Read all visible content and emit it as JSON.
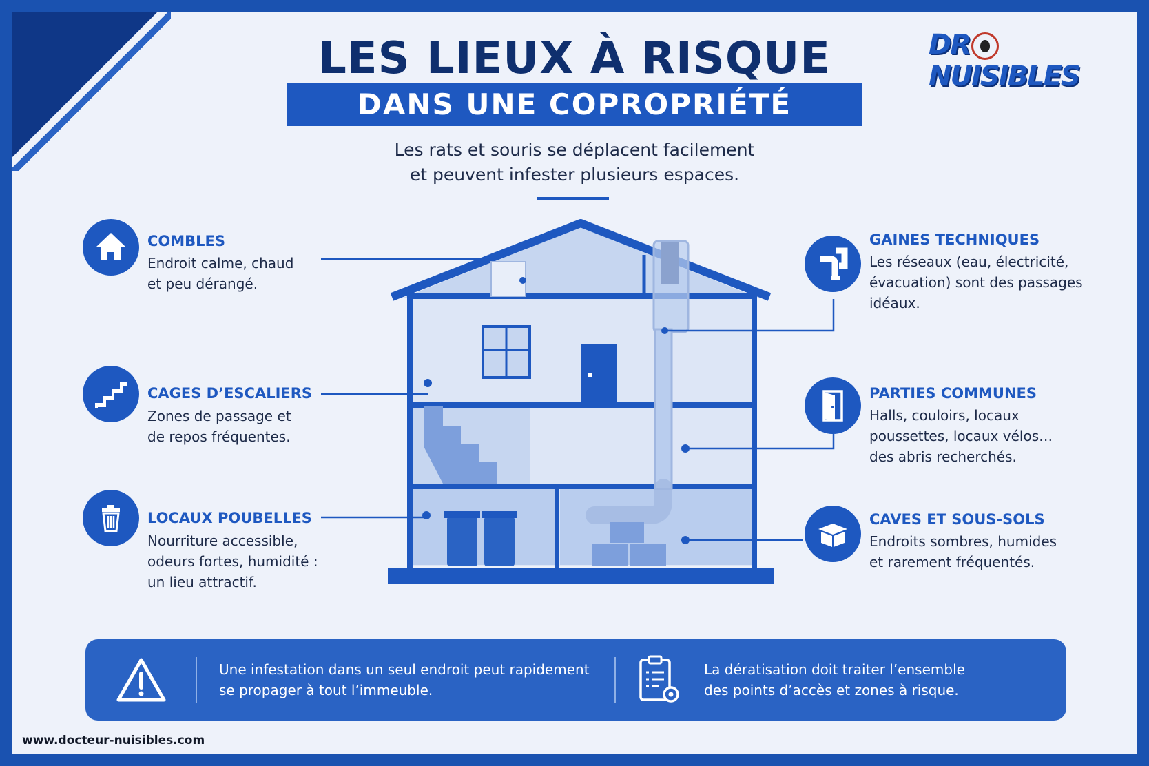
{
  "title": "LES LIEUX À RISQUE",
  "subtitle": "DANS UNE COPROPRIÉTÉ",
  "intro": {
    "line1": "Les rats et souris se déplacent facilement",
    "line2": "et peuvent infester plusieurs espaces."
  },
  "logo": {
    "left": "DR",
    "right": "NUISIBLES"
  },
  "zones_left": [
    {
      "title": "COMBLES",
      "lines": [
        "Endroit calme, chaud",
        "et peu dérangé."
      ],
      "icon": "house-icon"
    },
    {
      "title": "CAGES D’ESCALIERS",
      "lines": [
        "Zones de passage et",
        "de repos fréquentes."
      ],
      "icon": "stairs-icon"
    },
    {
      "title": "LOCAUX POUBELLES",
      "lines": [
        "Nourriture accessible,",
        "odeurs fortes, humidité :",
        "un lieu attractif."
      ],
      "icon": "trash-icon"
    }
  ],
  "zones_right": [
    {
      "title": "GAINES TECHNIQUES",
      "lines": [
        "Les réseaux (eau, électricité,",
        "évacuation) sont des passages",
        "idéaux."
      ],
      "icon": "pipe-icon"
    },
    {
      "title": "PARTIES COMMUNES",
      "lines": [
        "Halls, couloirs, locaux",
        "poussettes, locaux vélos…",
        "des abris recherchés."
      ],
      "icon": "door-icon"
    },
    {
      "title": "CAVES ET SOUS-SOLS",
      "lines": [
        "Endroits sombres, humides",
        "et rarement fréquentés."
      ],
      "icon": "box-icon"
    }
  ],
  "banner": {
    "left": {
      "line1": "Une infestation dans un seul endroit peut rapidement",
      "line2": "se propager à tout l’immeuble.",
      "icon": "warning-icon"
    },
    "right": {
      "line1": "La dératisation doit traiter l’ensemble",
      "line2": "des points d’accès et zones à risque.",
      "icon": "clipboard-gear-icon"
    }
  },
  "website": "www.docteur-nuisibles.com",
  "colors": {
    "primary": "#1e58c0",
    "dark": "#0f2f6e",
    "background": "#eef2fa"
  }
}
